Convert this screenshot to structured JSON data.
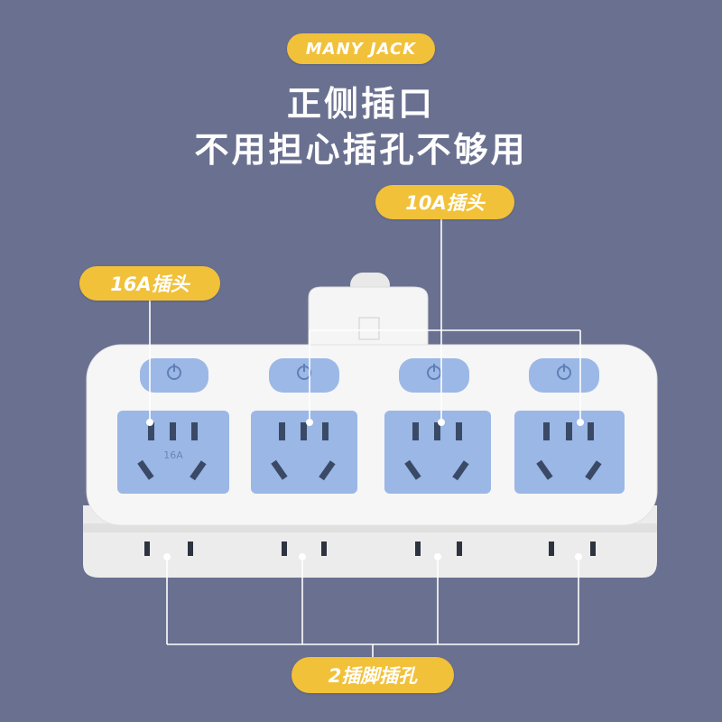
{
  "brand": "MANY JACK",
  "headline": {
    "line1": "正侧插口",
    "line2": "不用担心插孔不够用"
  },
  "labels": {
    "plug_10a": "10A插头",
    "plug_16a": "16A插头",
    "two_pin": "2插脚插孔"
  },
  "socket_rating_text": "16A",
  "colors": {
    "background": "#6a7090",
    "label_pill": "#f2c13a",
    "body": "#f4f4f4",
    "socket_blue": "#9ab7e6"
  }
}
